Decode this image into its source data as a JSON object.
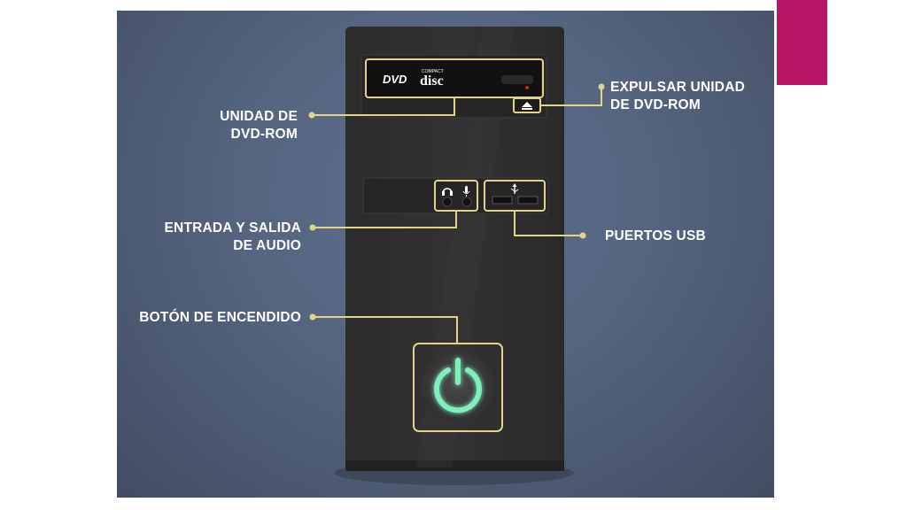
{
  "labels": {
    "dvd_drive": [
      "UNIDAD DE",
      "DVD-ROM"
    ],
    "eject": [
      "EXPULSAR UNIDAD",
      "DE DVD-ROM"
    ],
    "audio": [
      "ENTRADA Y SALIDA",
      "DE AUDIO"
    ],
    "usb": [
      "PUERTOS USB"
    ],
    "power": [
      "BOTÓN DE ENCENDIDO"
    ]
  },
  "dvd_logo": {
    "brand": "DVD",
    "compact": "COMPACT",
    "disc": "disc"
  },
  "colors": {
    "background": "#55647f",
    "accent": "#b51563",
    "callout": "#e2d584",
    "tower": "#2b2b2b",
    "power_glow": "#7ef0bc",
    "led": "#e02020"
  },
  "icons": [
    "headphones-icon",
    "microphone-icon",
    "usb-icon",
    "eject-icon",
    "power-icon"
  ]
}
